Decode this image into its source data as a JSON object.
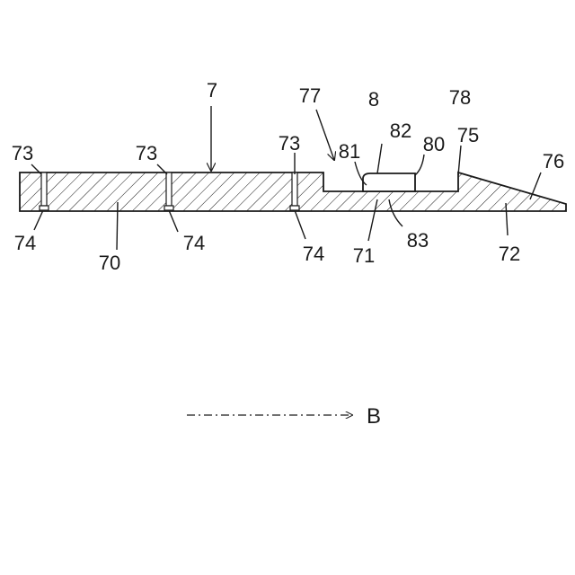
{
  "labels": {
    "l7": "7",
    "l77": "77",
    "l8": "8",
    "l78": "78",
    "l73a": "73",
    "l73b": "73",
    "l73c": "73",
    "l81": "81",
    "l82": "82",
    "l80": "80",
    "l75": "75",
    "l76": "76",
    "l74a": "74",
    "l74b": "74",
    "l74c": "74",
    "l70": "70",
    "l71": "71",
    "l83": "83",
    "l72": "72",
    "direction": "B"
  }
}
